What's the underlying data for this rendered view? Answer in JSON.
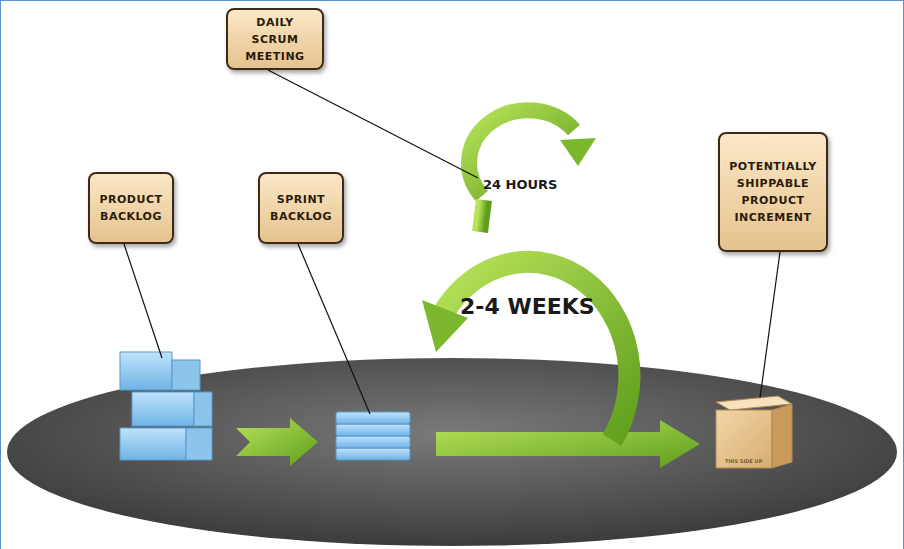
{
  "diagram": {
    "nodes": [
      {
        "text": [
          "DAILY SCRUM MEETING"
        ]
      },
      {
        "text": [
          "PRODUCT BACKLOG"
        ]
      },
      {
        "text": [
          "SPRINT BACKLOG"
        ]
      },
      {
        "text": [
          "POTENTIALLY SHIPPABLE PRODUCT INCREMENT"
        ]
      }
    ],
    "labels": [
      "24 HOURS",
      "2-4 WEEKS",
      "THIS SIDE UP"
    ]
  }
}
